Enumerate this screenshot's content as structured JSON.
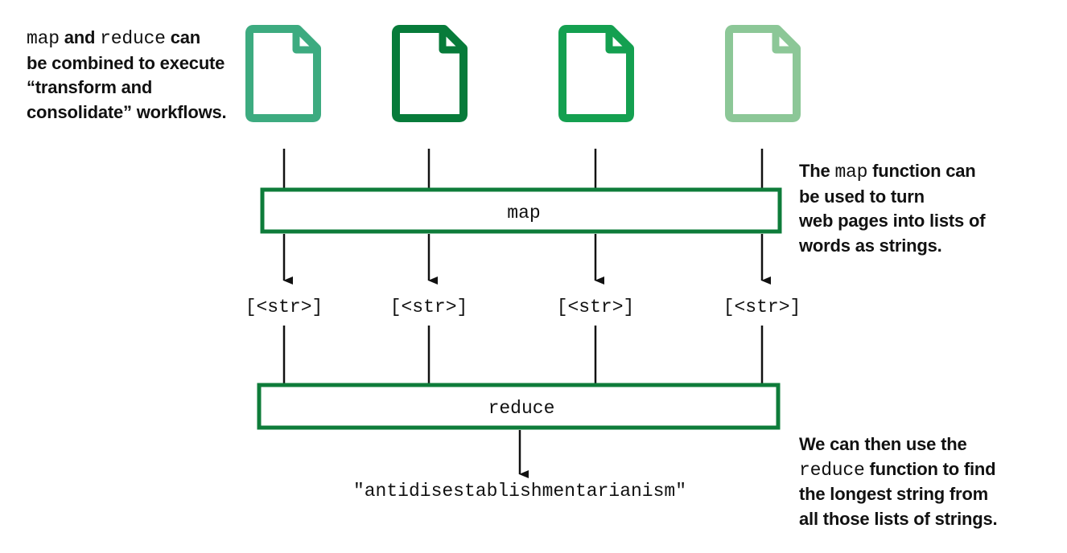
{
  "colors": {
    "doc_1": "#3dab80",
    "doc_2": "#077b3a",
    "doc_3": "#14a050",
    "doc_4": "#8cc797",
    "box_border": "#0e7c3a",
    "arrow": "#111111"
  },
  "documents": [
    {
      "icon": "document-icon"
    },
    {
      "icon": "document-icon"
    },
    {
      "icon": "document-icon"
    },
    {
      "icon": "document-icon"
    }
  ],
  "map_box": {
    "label": "map"
  },
  "reduce_box": {
    "label": "reduce"
  },
  "outputs": [
    "[<str>]",
    "[<str>]",
    "[<str>]",
    "[<str>]"
  ],
  "result": "\"antidisestablishmentarianism\"",
  "notes": {
    "top_left": {
      "code1": "map",
      "text1": " and ",
      "code2": "reduce",
      "text2": " can",
      "line2": "be combined to execute",
      "line3": "“transform and",
      "line4": "consolidate” workflows."
    },
    "right_top": {
      "text1": "The ",
      "code1": "map",
      "text2": " function can",
      "line2": "be used to turn",
      "line3": "web pages into lists of",
      "line4": "words as strings."
    },
    "right_bottom": {
      "line1": "We can then use the",
      "code1": "reduce",
      "text2": " function to find",
      "line3": "the longest string from",
      "line4": "all those lists of strings."
    }
  }
}
